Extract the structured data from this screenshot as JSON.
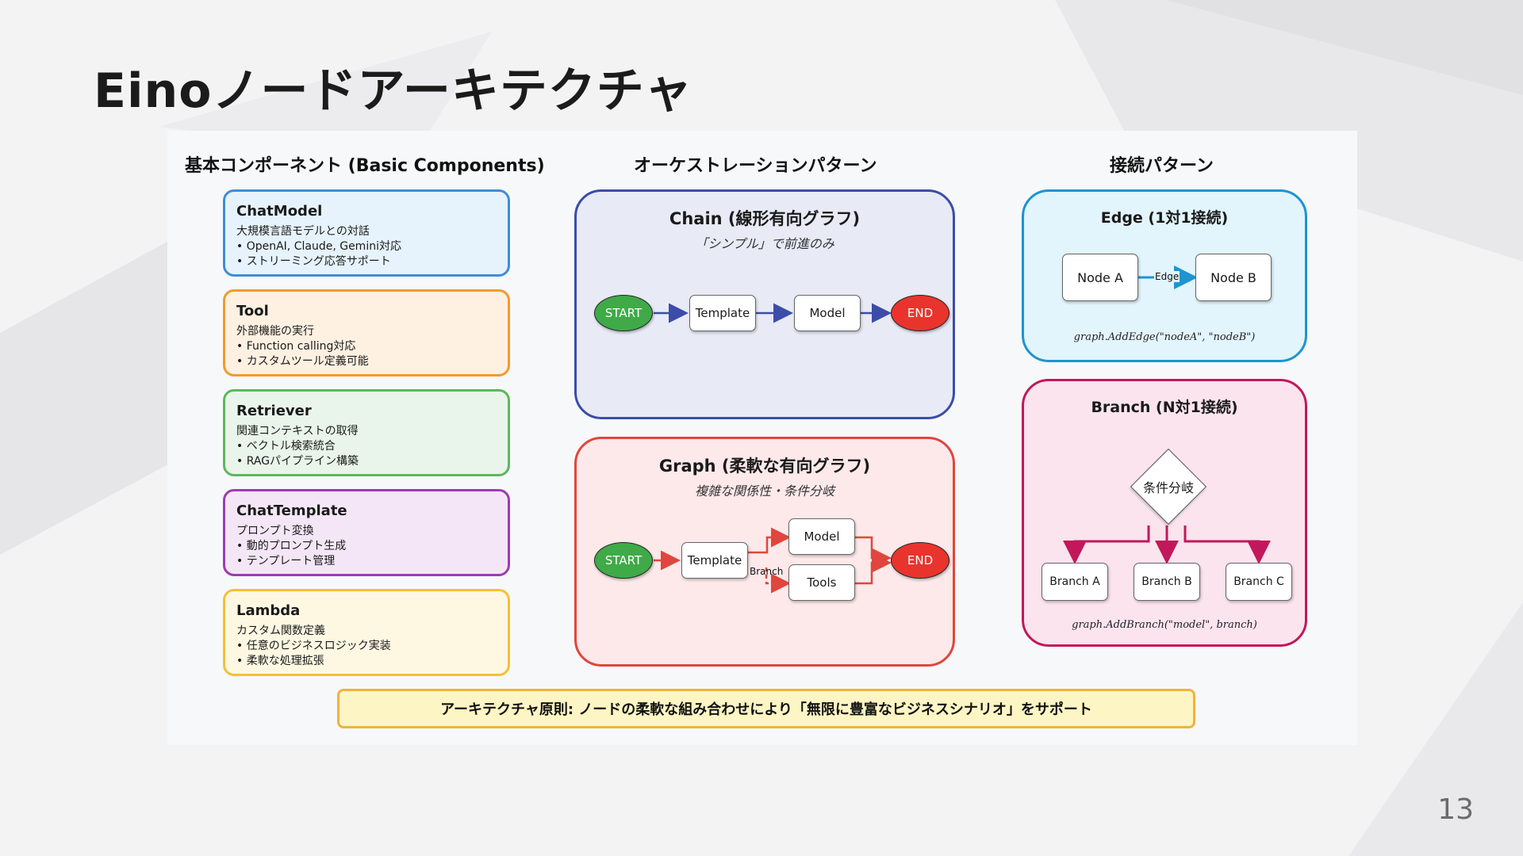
{
  "slide": {
    "title": "Einoノードアーキテクチャ",
    "page_number": "13"
  },
  "columns": {
    "components_title": "基本コンポーネント (Basic Components)",
    "orchestration_title": "オーケストレーションパターン",
    "connection_title": "接続パターン"
  },
  "components": [
    {
      "title": "ChatModel",
      "desc": "大規模言語モデルとの対話",
      "bullets": [
        "• OpenAI, Claude, Gemini対応",
        "• ストリーミング応答サポート"
      ],
      "border": "#3d8fd6",
      "bg": "#e6f3fc"
    },
    {
      "title": "Tool",
      "desc": "外部機能の実行",
      "bullets": [
        "• Function calling対応",
        "• カスタムツール定義可能"
      ],
      "border": "#f39a2e",
      "bg": "#fef1e2"
    },
    {
      "title": "Retriever",
      "desc": "関連コンテキストの取得",
      "bullets": [
        "• ベクトル検索統合",
        "• RAGパイプライン構築"
      ],
      "border": "#5cb85c",
      "bg": "#e9f5ea"
    },
    {
      "title": "ChatTemplate",
      "desc": "プロンプト変換",
      "bullets": [
        "• 動的プロンプト生成",
        "• テンプレート管理"
      ],
      "border": "#9c3cb2",
      "bg": "#f4e6f6"
    },
    {
      "title": "Lambda",
      "desc": "カスタム関数定義",
      "bullets": [
        "• 任意のビジネスロジック実装",
        "• 柔軟な処理拡張"
      ],
      "border": "#f5c035",
      "bg": "#fef8e3"
    }
  ],
  "chain": {
    "title": "Chain (線形有向グラフ)",
    "subtitle": "「シンプル」で前進のみ",
    "start": "START",
    "template": "Template",
    "model": "Model",
    "end": "END"
  },
  "graph": {
    "title": "Graph (柔軟な有向グラフ)",
    "subtitle": "複雑な関係性・条件分岐",
    "start": "START",
    "template": "Template",
    "model": "Model",
    "tools": "Tools",
    "branch_label": "Branch",
    "end": "END"
  },
  "edge_pattern": {
    "title": "Edge (1対1接続)",
    "node_a": "Node A",
    "edge_label": "Edge",
    "node_b": "Node B",
    "code": "graph.AddEdge(\"nodeA\", \"nodeB\")"
  },
  "branch_pattern": {
    "title": "Branch (N対1接続)",
    "condition": "条件分岐",
    "branches": [
      "Branch A",
      "Branch B",
      "Branch C"
    ],
    "code": "graph.AddBranch(\"model\", branch)"
  },
  "footer": {
    "principle": "アーキテクチャ原則: ノードの柔軟な組み合わせにより「無限に豊富なビジネスシナリオ」をサポート"
  },
  "colors": {
    "start_green": "#3faa47",
    "end_red": "#e8342d",
    "chain_border": "#3b4da8",
    "chain_bg": "#e8eaf6",
    "graph_border": "#e0463d",
    "graph_bg": "#fde9ea",
    "edge_border": "#1e94d0",
    "edge_bg": "#e2f4fc",
    "branch_border": "#c2185b",
    "branch_bg": "#fbe4ee"
  }
}
